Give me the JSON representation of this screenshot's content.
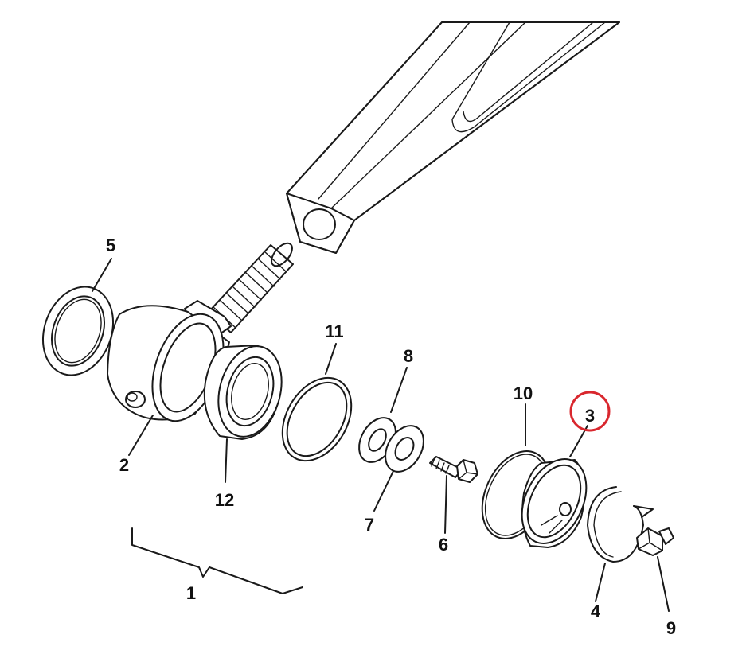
{
  "diagram": {
    "highlight_color": "#d9272e",
    "highlighted_part": "3",
    "callouts": [
      {
        "id": "c1",
        "label": "1"
      },
      {
        "id": "c2",
        "label": "2"
      },
      {
        "id": "c3",
        "label": "3"
      },
      {
        "id": "c4",
        "label": "4"
      },
      {
        "id": "c5",
        "label": "5"
      },
      {
        "id": "c6",
        "label": "6"
      },
      {
        "id": "c7",
        "label": "7"
      },
      {
        "id": "c8",
        "label": "8"
      },
      {
        "id": "c9",
        "label": "9"
      },
      {
        "id": "c10",
        "label": "10"
      },
      {
        "id": "c11",
        "label": "11"
      },
      {
        "id": "c12",
        "label": "12"
      }
    ]
  }
}
